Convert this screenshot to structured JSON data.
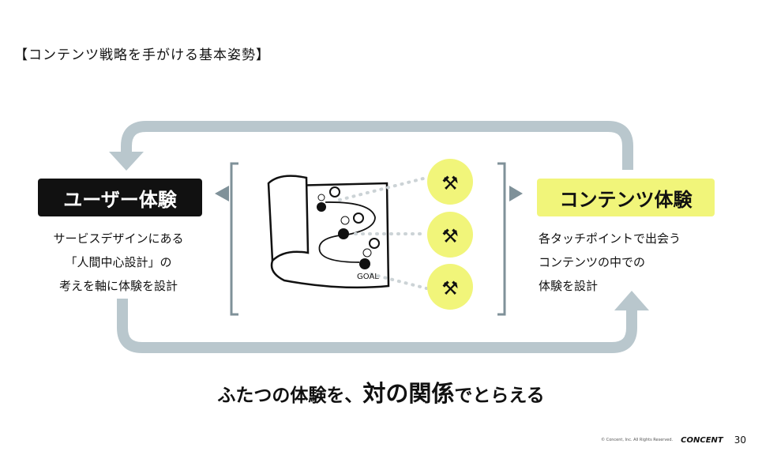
{
  "title": "【コンテンツ戦略を手がける基本姿勢】",
  "left": {
    "label": "ユーザー体験",
    "lines": [
      "サービスデザインにある",
      "「人間中心設計」の",
      "考えを軸に体験を設計"
    ]
  },
  "right": {
    "label": "コンテンツ体験",
    "lines": [
      "各タッチポイントで出会う",
      "コンテンツの中での",
      "体験を設計"
    ]
  },
  "illustration": {
    "goal_text": "GOAL"
  },
  "caption": {
    "pre": "ふたつの体験を、",
    "big": "対の関係",
    "post": "でとらえる"
  },
  "footer": {
    "copyright": "© Concent, Inc. All Rights Reserved.",
    "brand": "CONCENT",
    "page": "30"
  },
  "colors": {
    "loop": "#b9c7cd",
    "yellow": "#f1f57a"
  }
}
